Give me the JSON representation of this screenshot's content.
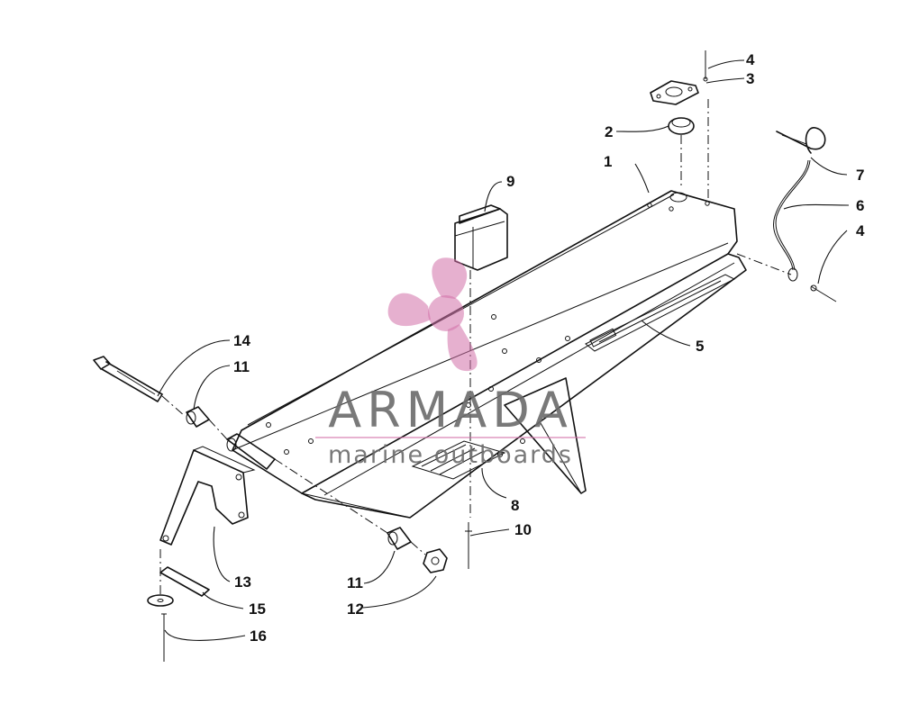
{
  "watermark": {
    "brand": "ARMADA",
    "tagline": "marine outboards",
    "logo_icon": "propeller-icon",
    "logo_color": "#d26fa8"
  },
  "callouts": [
    {
      "id": "c1",
      "label": "1"
    },
    {
      "id": "c2",
      "label": "2"
    },
    {
      "id": "c3",
      "label": "3"
    },
    {
      "id": "c4a",
      "label": "4"
    },
    {
      "id": "c4b",
      "label": "4"
    },
    {
      "id": "c5",
      "label": "5"
    },
    {
      "id": "c6",
      "label": "6"
    },
    {
      "id": "c7",
      "label": "7"
    },
    {
      "id": "c8",
      "label": "8"
    },
    {
      "id": "c9",
      "label": "9"
    },
    {
      "id": "c10",
      "label": "10"
    },
    {
      "id": "c11a",
      "label": "11"
    },
    {
      "id": "c11b",
      "label": "11"
    },
    {
      "id": "c12",
      "label": "12"
    },
    {
      "id": "c13",
      "label": "13"
    },
    {
      "id": "c14",
      "label": "14"
    },
    {
      "id": "c15",
      "label": "15"
    },
    {
      "id": "c16",
      "label": "16"
    }
  ]
}
